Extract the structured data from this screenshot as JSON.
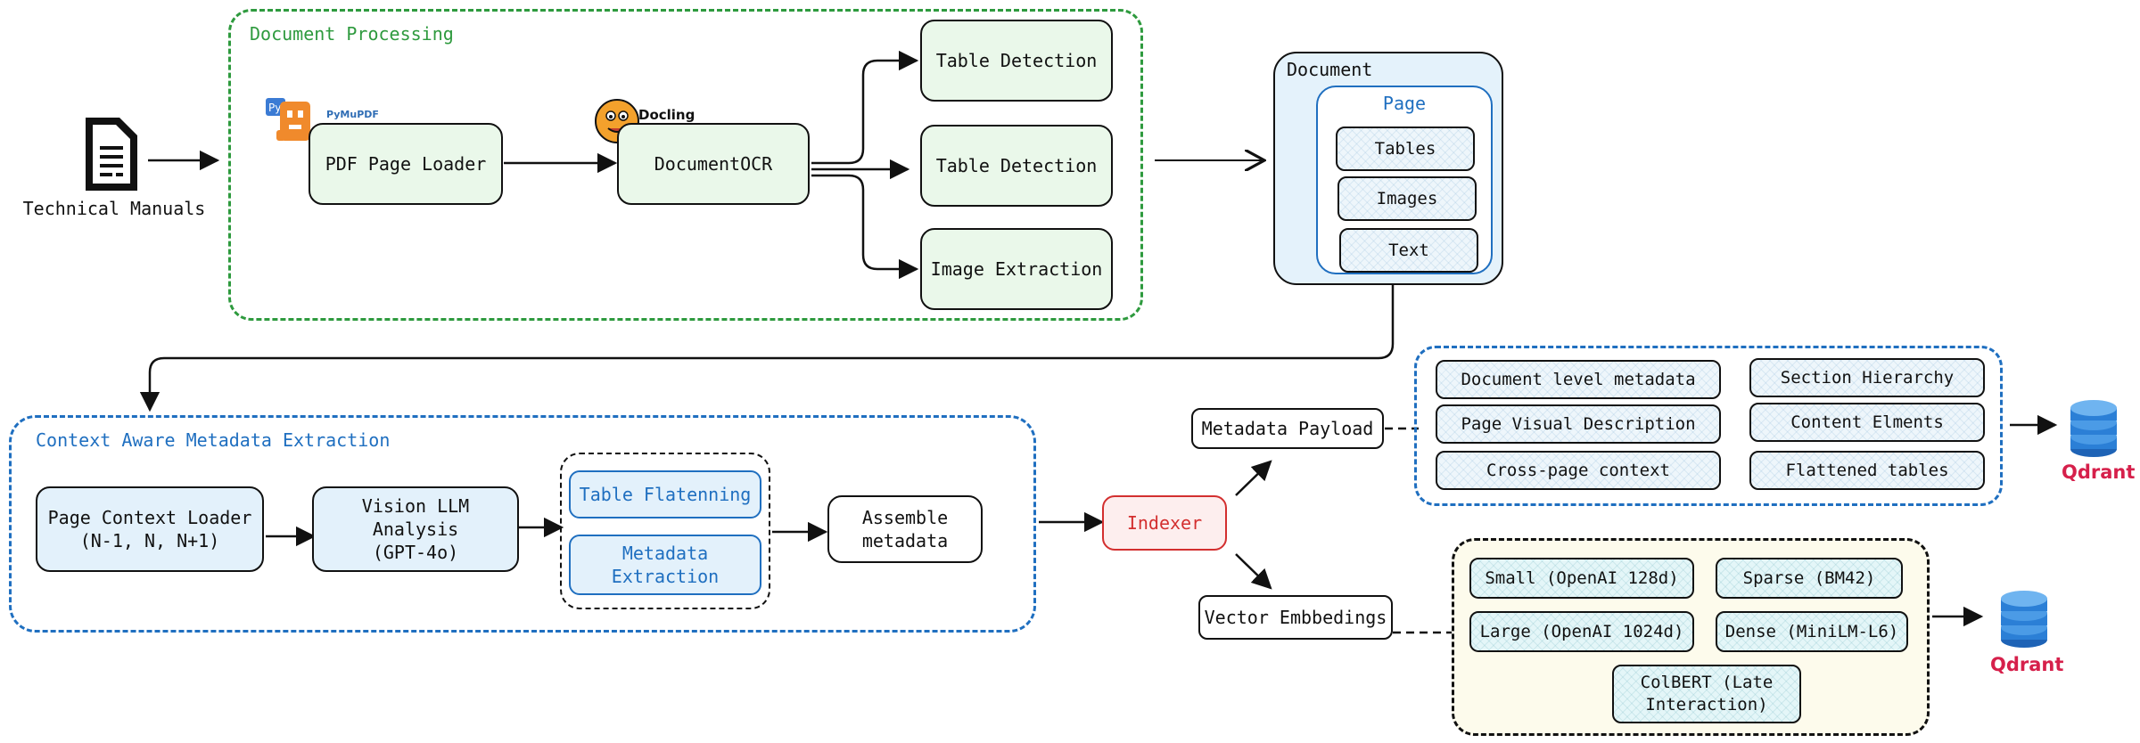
{
  "source": {
    "label": "Technical Manuals",
    "icon": "document-icon"
  },
  "doc_processing": {
    "title": "Document Processing",
    "pdf_loader": "PDF Page Loader",
    "pymupdf_logo": "PyMuPDF",
    "docling_logo": "Docling",
    "document_ocr": "DocumentOCR",
    "outputs": [
      "Table Detection",
      "Table Detection",
      "Image Extraction"
    ]
  },
  "document": {
    "title": "Document",
    "page_title": "Page",
    "items": [
      "Tables",
      "Images",
      "Text"
    ]
  },
  "context_extraction": {
    "title": "Context Aware Metadata Extraction",
    "page_context_loader": "Page Context Loader\n(N-1, N, N+1)",
    "vision_llm": "Vision LLM\nAnalysis\n(GPT-4o)",
    "table_flattening": "Table Flatenning",
    "metadata_extraction": "Metadata\nExtraction",
    "assemble": "Assemble\nmetadata"
  },
  "indexer": {
    "label": "Indexer",
    "color": "#d32f2f"
  },
  "metadata_payload": {
    "label": "Metadata Payload",
    "fields": [
      "Document level metadata",
      "Section Hierarchy",
      "Page Visual Description",
      "Content Elments",
      "Cross-page context",
      "Flattened tables"
    ]
  },
  "vector_embeddings": {
    "label": "Vector Embbedings",
    "models": [
      "Small (OpenAI 128d)",
      "Sparse (BM42)",
      "Large (OpenAI 1024d)",
      "Dense (MiniLM-L6)",
      "ColBERT (Late\nInteraction)"
    ]
  },
  "qdrant": {
    "logo_text": "drant",
    "logo_mark": "Q",
    "color": "#d6204b",
    "icon": "database-icon"
  },
  "colors": {
    "green_group": "#2e9a3e",
    "blue_group": "#1f6fc0",
    "indexer_red": "#d32f2f"
  }
}
